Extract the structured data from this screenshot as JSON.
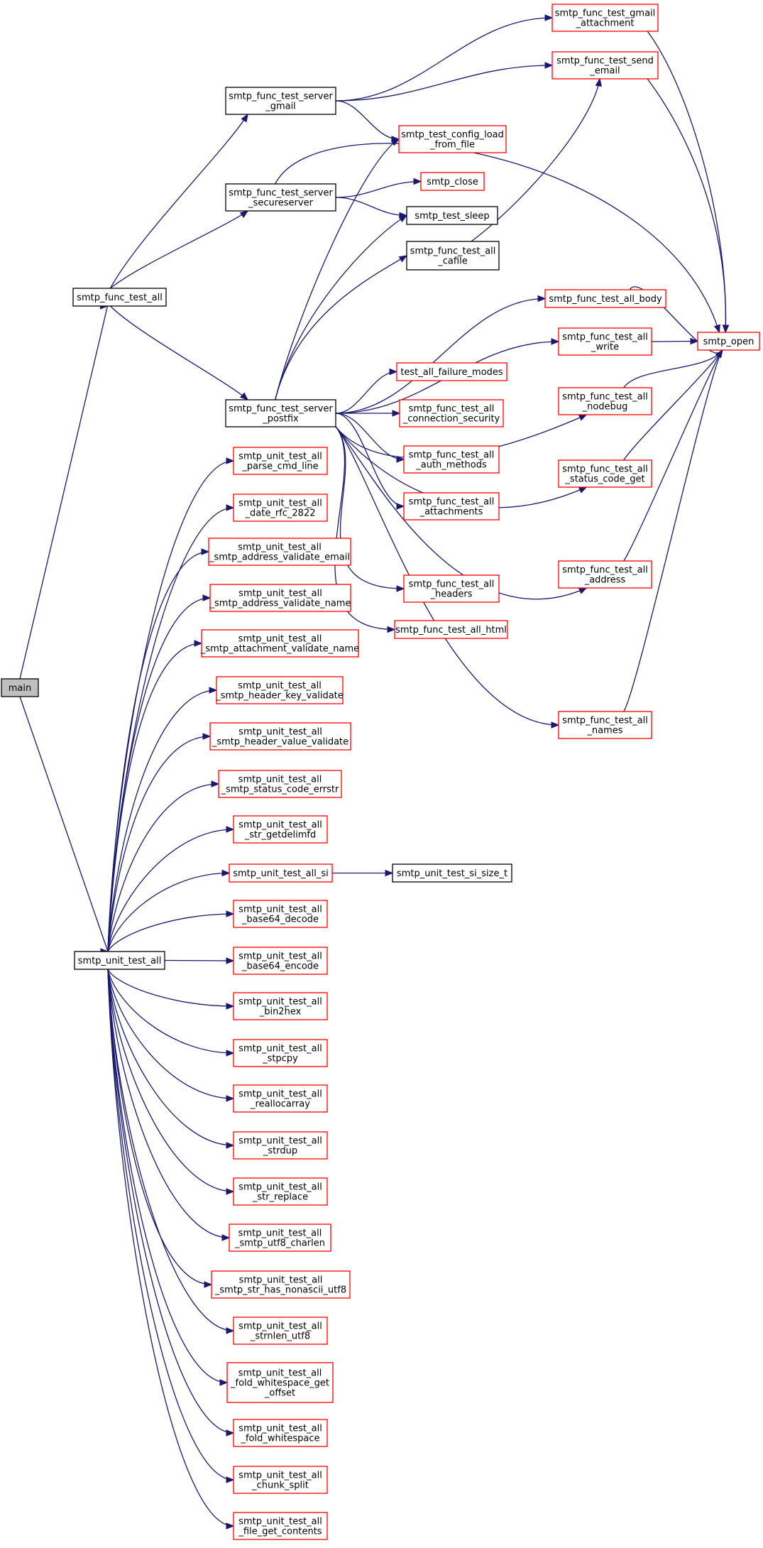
{
  "colors": {
    "edge": "#191970",
    "node_border_linked": "#000000",
    "node_border_truncated": "#ff0000",
    "root_fill": "#bfbfbf",
    "node_fill": "#ffffff"
  },
  "nodes": {
    "main": {
      "lines": [
        "main"
      ]
    },
    "smtp_func_test_all": {
      "lines": [
        "smtp_func_test_all"
      ]
    },
    "smtp_unit_test_all": {
      "lines": [
        "smtp_unit_test_all"
      ]
    },
    "server_gmail": {
      "lines": [
        "smtp_func_test_server",
        "_gmail"
      ]
    },
    "server_secureserver": {
      "lines": [
        "smtp_func_test_server",
        "_secureserver"
      ]
    },
    "server_postfix": {
      "lines": [
        "smtp_func_test_server",
        "_postfix"
      ]
    },
    "gmail_attachment": {
      "lines": [
        "smtp_func_test_gmail",
        "_attachment"
      ]
    },
    "send_email": {
      "lines": [
        "smtp_func_test_send",
        "_email"
      ]
    },
    "config_load": {
      "lines": [
        "smtp_test_config_load",
        "_from_file"
      ]
    },
    "smtp_close": {
      "lines": [
        "smtp_close"
      ]
    },
    "test_sleep": {
      "lines": [
        "smtp_test_sleep"
      ]
    },
    "cafile": {
      "lines": [
        "smtp_func_test_all",
        "_cafile"
      ]
    },
    "all_body": {
      "lines": [
        "smtp_func_test_all_body"
      ]
    },
    "all_write": {
      "lines": [
        "smtp_func_test_all",
        "_write"
      ]
    },
    "smtp_open": {
      "lines": [
        "smtp_open"
      ]
    },
    "failure_modes": {
      "lines": [
        "test_all_failure_modes"
      ]
    },
    "nodebug": {
      "lines": [
        "smtp_func_test_all",
        "_nodebug"
      ]
    },
    "connection_security": {
      "lines": [
        "smtp_func_test_all",
        "_connection_security"
      ]
    },
    "auth_methods": {
      "lines": [
        "smtp_func_test_all",
        "_auth_methods"
      ]
    },
    "status_code_get": {
      "lines": [
        "smtp_func_test_all",
        "_status_code_get"
      ]
    },
    "attachments": {
      "lines": [
        "smtp_func_test_all",
        "_attachments"
      ]
    },
    "address": {
      "lines": [
        "smtp_func_test_all",
        "_address"
      ]
    },
    "headers": {
      "lines": [
        "smtp_func_test_all",
        "_headers"
      ]
    },
    "all_html": {
      "lines": [
        "smtp_func_test_all_html"
      ]
    },
    "names": {
      "lines": [
        "smtp_func_test_all",
        "_names"
      ]
    },
    "u_parse_cmd_line": {
      "lines": [
        "smtp_unit_test_all",
        "_parse_cmd_line"
      ]
    },
    "u_date_rfc_2822": {
      "lines": [
        "smtp_unit_test_all",
        "_date_rfc_2822"
      ]
    },
    "u_address_validate_email": {
      "lines": [
        "smtp_unit_test_all",
        "_smtp_address_validate_email"
      ]
    },
    "u_address_validate_name": {
      "lines": [
        "smtp_unit_test_all",
        "_smtp_address_validate_name"
      ]
    },
    "u_attachment_validate_name": {
      "lines": [
        "smtp_unit_test_all",
        "_smtp_attachment_validate_name"
      ]
    },
    "u_header_key_validate": {
      "lines": [
        "smtp_unit_test_all",
        "_smtp_header_key_validate"
      ]
    },
    "u_header_value_validate": {
      "lines": [
        "smtp_unit_test_all",
        "_smtp_header_value_validate"
      ]
    },
    "u_status_code_errstr": {
      "lines": [
        "smtp_unit_test_all",
        "_smtp_status_code_errstr"
      ]
    },
    "u_str_getdelimfd": {
      "lines": [
        "smtp_unit_test_all",
        "_str_getdelimfd"
      ]
    },
    "u_all_si": {
      "lines": [
        "smtp_unit_test_all_si"
      ]
    },
    "u_si_size_t": {
      "lines": [
        "smtp_unit_test_si_size_t"
      ]
    },
    "u_base64_decode": {
      "lines": [
        "smtp_unit_test_all",
        "_base64_decode"
      ]
    },
    "u_base64_encode": {
      "lines": [
        "smtp_unit_test_all",
        "_base64_encode"
      ]
    },
    "u_bin2hex": {
      "lines": [
        "smtp_unit_test_all",
        "_bin2hex"
      ]
    },
    "u_stpcpy": {
      "lines": [
        "smtp_unit_test_all",
        "_stpcpy"
      ]
    },
    "u_reallocarray": {
      "lines": [
        "smtp_unit_test_all",
        "_reallocarray"
      ]
    },
    "u_strdup": {
      "lines": [
        "smtp_unit_test_all",
        "_strdup"
      ]
    },
    "u_str_replace": {
      "lines": [
        "smtp_unit_test_all",
        "_str_replace"
      ]
    },
    "u_utf8_charlen": {
      "lines": [
        "smtp_unit_test_all",
        "_smtp_utf8_charlen"
      ]
    },
    "u_str_has_nonascii_utf8": {
      "lines": [
        "smtp_unit_test_all",
        "_smtp_str_has_nonascii_utf8"
      ]
    },
    "u_strnlen_utf8": {
      "lines": [
        "smtp_unit_test_all",
        "_strnlen_utf8"
      ]
    },
    "u_fold_whitespace_get_offset": {
      "lines": [
        "smtp_unit_test_all",
        "_fold_whitespace_get",
        "_offset"
      ]
    },
    "u_fold_whitespace": {
      "lines": [
        "smtp_unit_test_all",
        "_fold_whitespace"
      ]
    },
    "u_chunk_split": {
      "lines": [
        "smtp_unit_test_all",
        "_chunk_split"
      ]
    },
    "u_file_get_contents": {
      "lines": [
        "smtp_unit_test_all",
        "_file_get_contents"
      ]
    }
  },
  "edges": [
    [
      "main",
      "smtp_func_test_all"
    ],
    [
      "main",
      "smtp_unit_test_all"
    ],
    [
      "smtp_func_test_all",
      "server_gmail"
    ],
    [
      "smtp_func_test_all",
      "server_secureserver"
    ],
    [
      "smtp_func_test_all",
      "server_postfix"
    ],
    [
      "server_gmail",
      "gmail_attachment"
    ],
    [
      "server_gmail",
      "send_email"
    ],
    [
      "server_gmail",
      "config_load"
    ],
    [
      "server_secureserver",
      "smtp_close"
    ],
    [
      "server_secureserver",
      "test_sleep"
    ],
    [
      "server_secureserver",
      "smtp_open"
    ],
    [
      "server_postfix",
      "config_load"
    ],
    [
      "server_postfix",
      "test_sleep"
    ],
    [
      "server_postfix",
      "cafile"
    ],
    [
      "server_postfix",
      "all_body"
    ],
    [
      "server_postfix",
      "all_write"
    ],
    [
      "server_postfix",
      "failure_modes"
    ],
    [
      "server_postfix",
      "connection_security"
    ],
    [
      "server_postfix",
      "auth_methods"
    ],
    [
      "server_postfix",
      "attachments"
    ],
    [
      "server_postfix",
      "nodebug"
    ],
    [
      "server_postfix",
      "headers"
    ],
    [
      "server_postfix",
      "all_html"
    ],
    [
      "server_postfix",
      "status_code_get"
    ],
    [
      "server_postfix",
      "address"
    ],
    [
      "server_postfix",
      "names"
    ],
    [
      "cafile",
      "send_email"
    ],
    [
      "gmail_attachment",
      "smtp_open"
    ],
    [
      "send_email",
      "smtp_open"
    ],
    [
      "all_body",
      "smtp_open"
    ],
    [
      "all_write",
      "smtp_open"
    ],
    [
      "nodebug",
      "smtp_open"
    ],
    [
      "status_code_get",
      "smtp_open"
    ],
    [
      "address",
      "smtp_open"
    ],
    [
      "names",
      "smtp_open"
    ],
    [
      "u_all_si",
      "u_si_size_t"
    ],
    [
      "smtp_unit_test_all",
      "u_parse_cmd_line"
    ],
    [
      "smtp_unit_test_all",
      "u_date_rfc_2822"
    ],
    [
      "smtp_unit_test_all",
      "u_address_validate_email"
    ],
    [
      "smtp_unit_test_all",
      "u_address_validate_name"
    ],
    [
      "smtp_unit_test_all",
      "u_attachment_validate_name"
    ],
    [
      "smtp_unit_test_all",
      "u_header_key_validate"
    ],
    [
      "smtp_unit_test_all",
      "u_header_value_validate"
    ],
    [
      "smtp_unit_test_all",
      "u_status_code_errstr"
    ],
    [
      "smtp_unit_test_all",
      "u_str_getdelimfd"
    ],
    [
      "smtp_unit_test_all",
      "u_all_si"
    ],
    [
      "smtp_unit_test_all",
      "u_base64_decode"
    ],
    [
      "smtp_unit_test_all",
      "u_base64_encode"
    ],
    [
      "smtp_unit_test_all",
      "u_bin2hex"
    ],
    [
      "smtp_unit_test_all",
      "u_stpcpy"
    ],
    [
      "smtp_unit_test_all",
      "u_reallocarray"
    ],
    [
      "smtp_unit_test_all",
      "u_strdup"
    ],
    [
      "smtp_unit_test_all",
      "u_str_replace"
    ],
    [
      "smtp_unit_test_all",
      "u_utf8_charlen"
    ],
    [
      "smtp_unit_test_all",
      "u_str_has_nonascii_utf8"
    ],
    [
      "smtp_unit_test_all",
      "u_strnlen_utf8"
    ],
    [
      "smtp_unit_test_all",
      "u_fold_whitespace_get_offset"
    ],
    [
      "smtp_unit_test_all",
      "u_fold_whitespace"
    ],
    [
      "smtp_unit_test_all",
      "u_chunk_split"
    ],
    [
      "smtp_unit_test_all",
      "u_file_get_contents"
    ]
  ]
}
